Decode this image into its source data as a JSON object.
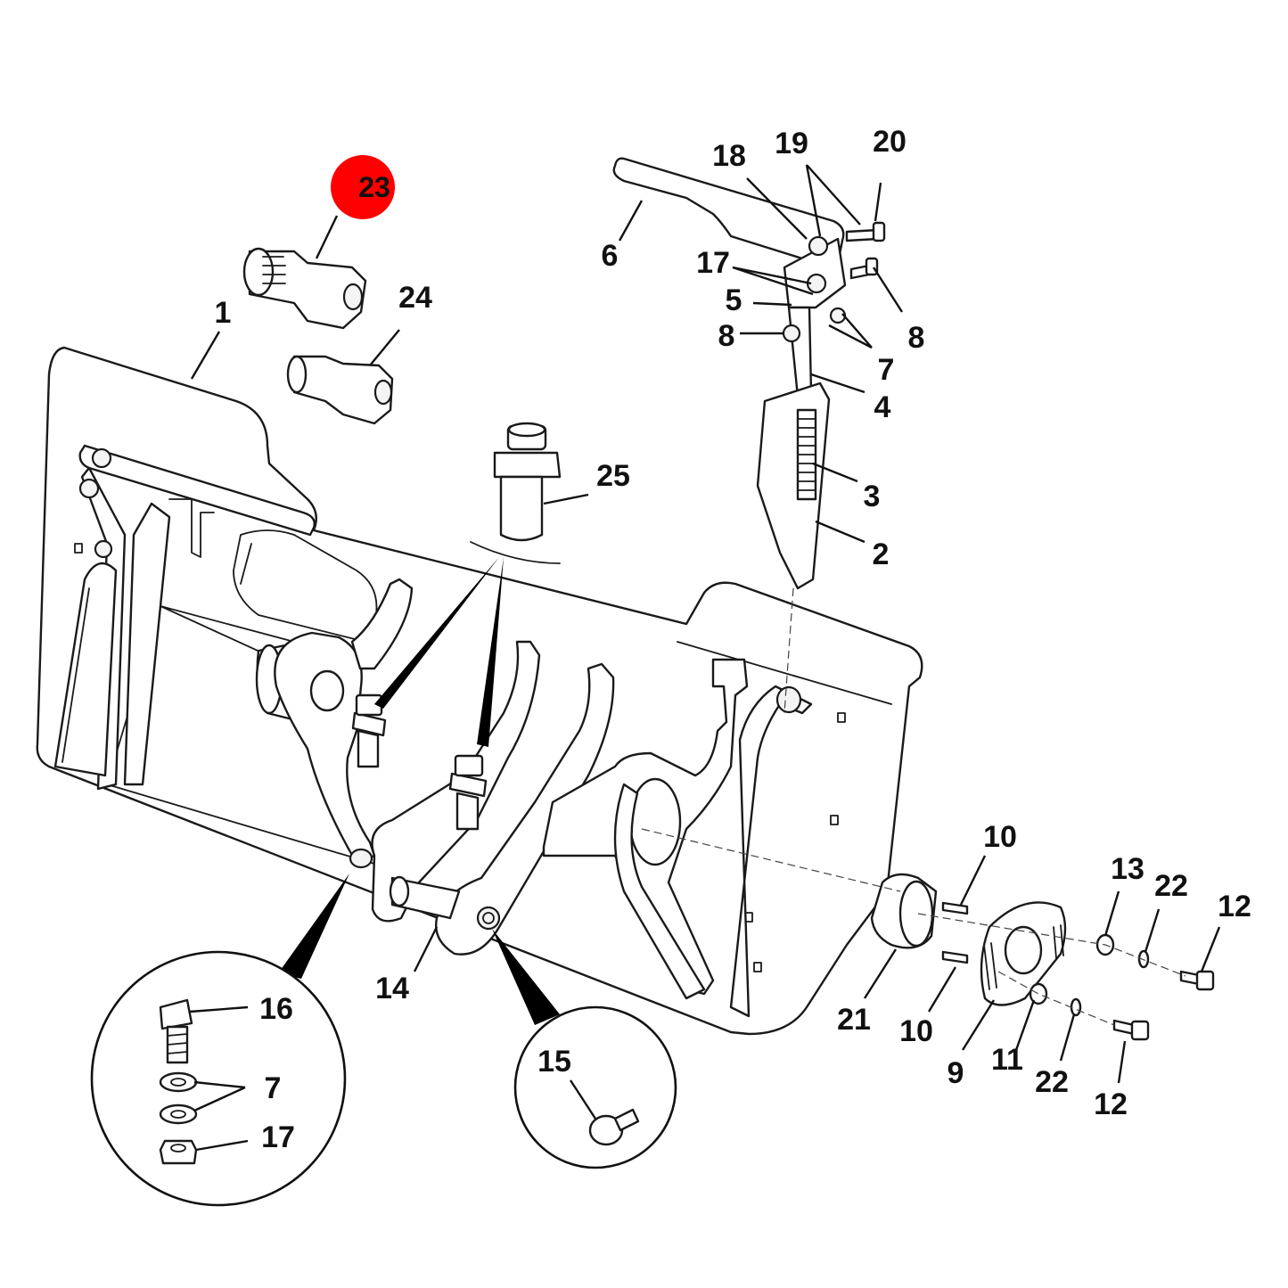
{
  "highlight_color": "#ff0000",
  "highlighted_part": "23",
  "callouts": {
    "c1": "1",
    "c2": "2",
    "c3": "3",
    "c4": "4",
    "c5": "5",
    "c6": "6",
    "c7_top": "7",
    "c8_left": "8",
    "c8_right": "8",
    "c9": "9",
    "c10_top": "10",
    "c10_bottom": "10",
    "c11": "11",
    "c12_top": "12",
    "c12_bottom": "12",
    "c13": "13",
    "c14": "14",
    "c15": "15",
    "c16": "16",
    "c17_top": "17",
    "c18": "18",
    "c19": "19",
    "c20": "20",
    "c21": "21",
    "c22_top": "22",
    "c22_bottom": "22",
    "c23": "23",
    "c24": "24",
    "c25": "25",
    "c7_inset": "7",
    "c17_inset": "17"
  }
}
